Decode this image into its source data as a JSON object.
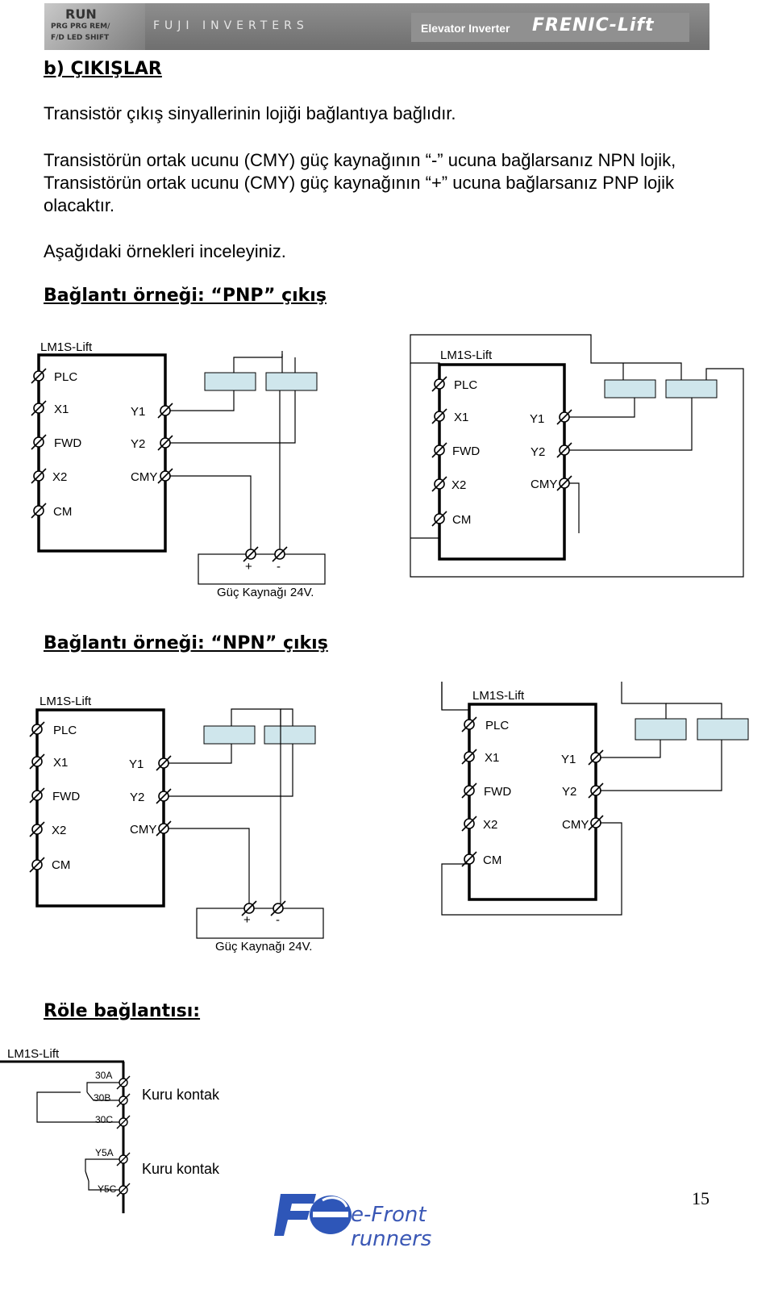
{
  "banner": {
    "lcd_lines": [
      "RUN",
      "PRG PRG REM/",
      "F/D LED SHIFT"
    ],
    "brand_strip": "FUJI INVERTERS",
    "elevator_label": "Elevator Inverter",
    "product": "FRENIC-Lift"
  },
  "section_title": "b) ÇIKIŞLAR",
  "paragraphs": {
    "p1": "Transistör çıkış sinyallerinin lojiği bağlantıya bağlıdır.",
    "p2_line1": "Transistörün ortak ucunu (CMY) güç kaynağının “-” ucuna bağlarsanız NPN lojik,",
    "p2_line2": "Transistörün ortak ucunu (CMY) güç kaynağının “+” ucuna bağlarsanız PNP lojik",
    "p2_line3": "olacaktır.",
    "p3": "Aşağıdaki örnekleri inceleyiniz."
  },
  "headings": {
    "pnp": "Bağlantı örneği: “PNP” çıkış",
    "npn": "Bağlantı örneği: “NPN” çıkış",
    "relay": "Röle bağlantısı:"
  },
  "diagram": {
    "device": "LM1S-Lift",
    "left_terminals": [
      "PLC",
      "X1",
      "FWD",
      "X2",
      "CM"
    ],
    "right_terminals": [
      "Y1",
      "Y2",
      "CMY"
    ],
    "supply_plus": "+",
    "supply_minus": "-",
    "supply_label": "Güç Kaynağı 24V.",
    "relay_terminals": [
      "30A",
      "30B",
      "30C",
      "Y5A",
      "Y5C"
    ],
    "contact_label": "Kuru kontak"
  },
  "footer": {
    "logo_mark": "Fe",
    "logo_text": "e-Front runners",
    "page_number": "15"
  },
  "colors": {
    "coil_fill": "#cfe6ec",
    "logo_blue": "#2e56b8"
  }
}
